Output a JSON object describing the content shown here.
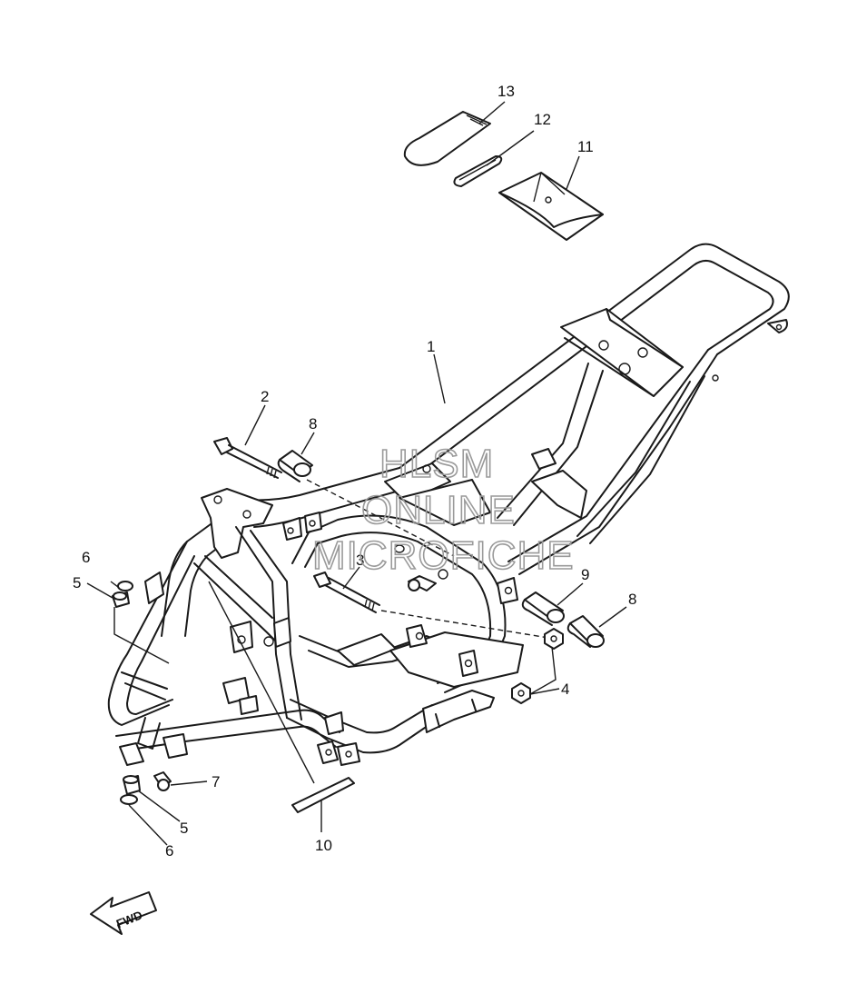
{
  "watermark": {
    "line1": "HLSM",
    "line2": "ONLINE",
    "line3": "MICROFICHE"
  },
  "fwd_label": "FWD",
  "callouts": {
    "c1": "1",
    "c2": "2",
    "c3": "3",
    "c4": "4",
    "c5a": "5",
    "c5b": "5",
    "c6a": "6",
    "c6b": "6",
    "c7": "7",
    "c8a": "8",
    "c8b": "8",
    "c9": "9",
    "c10": "10",
    "c11": "11",
    "c12": "12",
    "c13": "13"
  }
}
